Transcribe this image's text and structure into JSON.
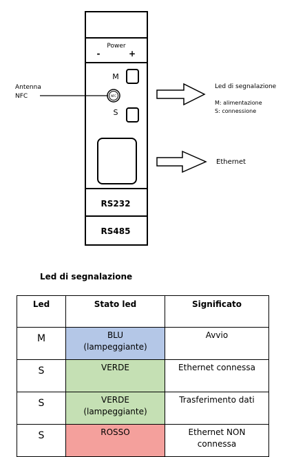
{
  "device": {
    "power_label": "Power",
    "minus": "-",
    "plus": "+",
    "led_m": "M",
    "led_s": "S",
    "nfc_badge": "NFC",
    "port1": "RS232",
    "port2": "RS485"
  },
  "callouts": {
    "antenna_line1": "Antenna",
    "antenna_line2": "NFC",
    "led_title": "Led di segnalazione",
    "led_m_desc": "M: alimentazione",
    "led_s_desc": "S:  connessione",
    "ethernet": "Ethernet"
  },
  "table": {
    "title": "Led di segnalazione",
    "headers": [
      "Led",
      "Stato led",
      "Significato"
    ],
    "rows": [
      {
        "led": "M",
        "state_line1": "BLU",
        "state_line2": "(lampeggiante)",
        "state_color": "#b4c7e7",
        "meaning_line1": "Avvio",
        "meaning_line2": ""
      },
      {
        "led": "S",
        "state_line1": "VERDE",
        "state_line2": "",
        "state_color": "#c5e0b4",
        "meaning_line1": "Ethernet connessa",
        "meaning_line2": ""
      },
      {
        "led": "S",
        "state_line1": "VERDE",
        "state_line2": "(lampeggiante)",
        "state_color": "#c5e0b4",
        "meaning_line1": "Trasferimento dati",
        "meaning_line2": ""
      },
      {
        "led": "S",
        "state_line1": "ROSSO",
        "state_line2": "",
        "state_color": "#f4a09c",
        "meaning_line1": "Ethernet NON",
        "meaning_line2": "connessa"
      }
    ]
  }
}
